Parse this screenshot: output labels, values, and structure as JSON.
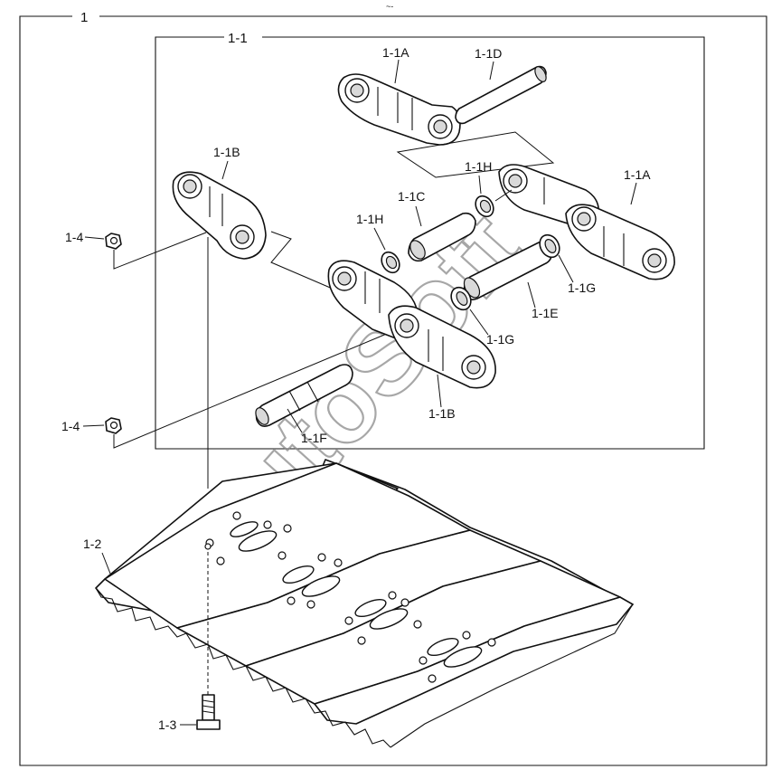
{
  "header_mark": "~-",
  "labels": {
    "assembly": "1",
    "link_assembly": "1-1",
    "link_a_top": "1-1A",
    "pin_d": "1-1D",
    "link_b_left": "1-1B",
    "seal_h_top": "1-1H",
    "link_a_right": "1-1A",
    "bushing_c": "1-1C",
    "seal_h_mid": "1-1H",
    "nut_top": "1-4",
    "seal_g_right": "1-1G",
    "bushing_e": "1-1E",
    "seal_g_mid": "1-1G",
    "link_b_bottom": "1-1B",
    "nut_bottom": "1-4",
    "pin_f": "1-1F",
    "shoe": "1-2",
    "bolt": "1-3"
  },
  "watermark": "AutoSoft"
}
